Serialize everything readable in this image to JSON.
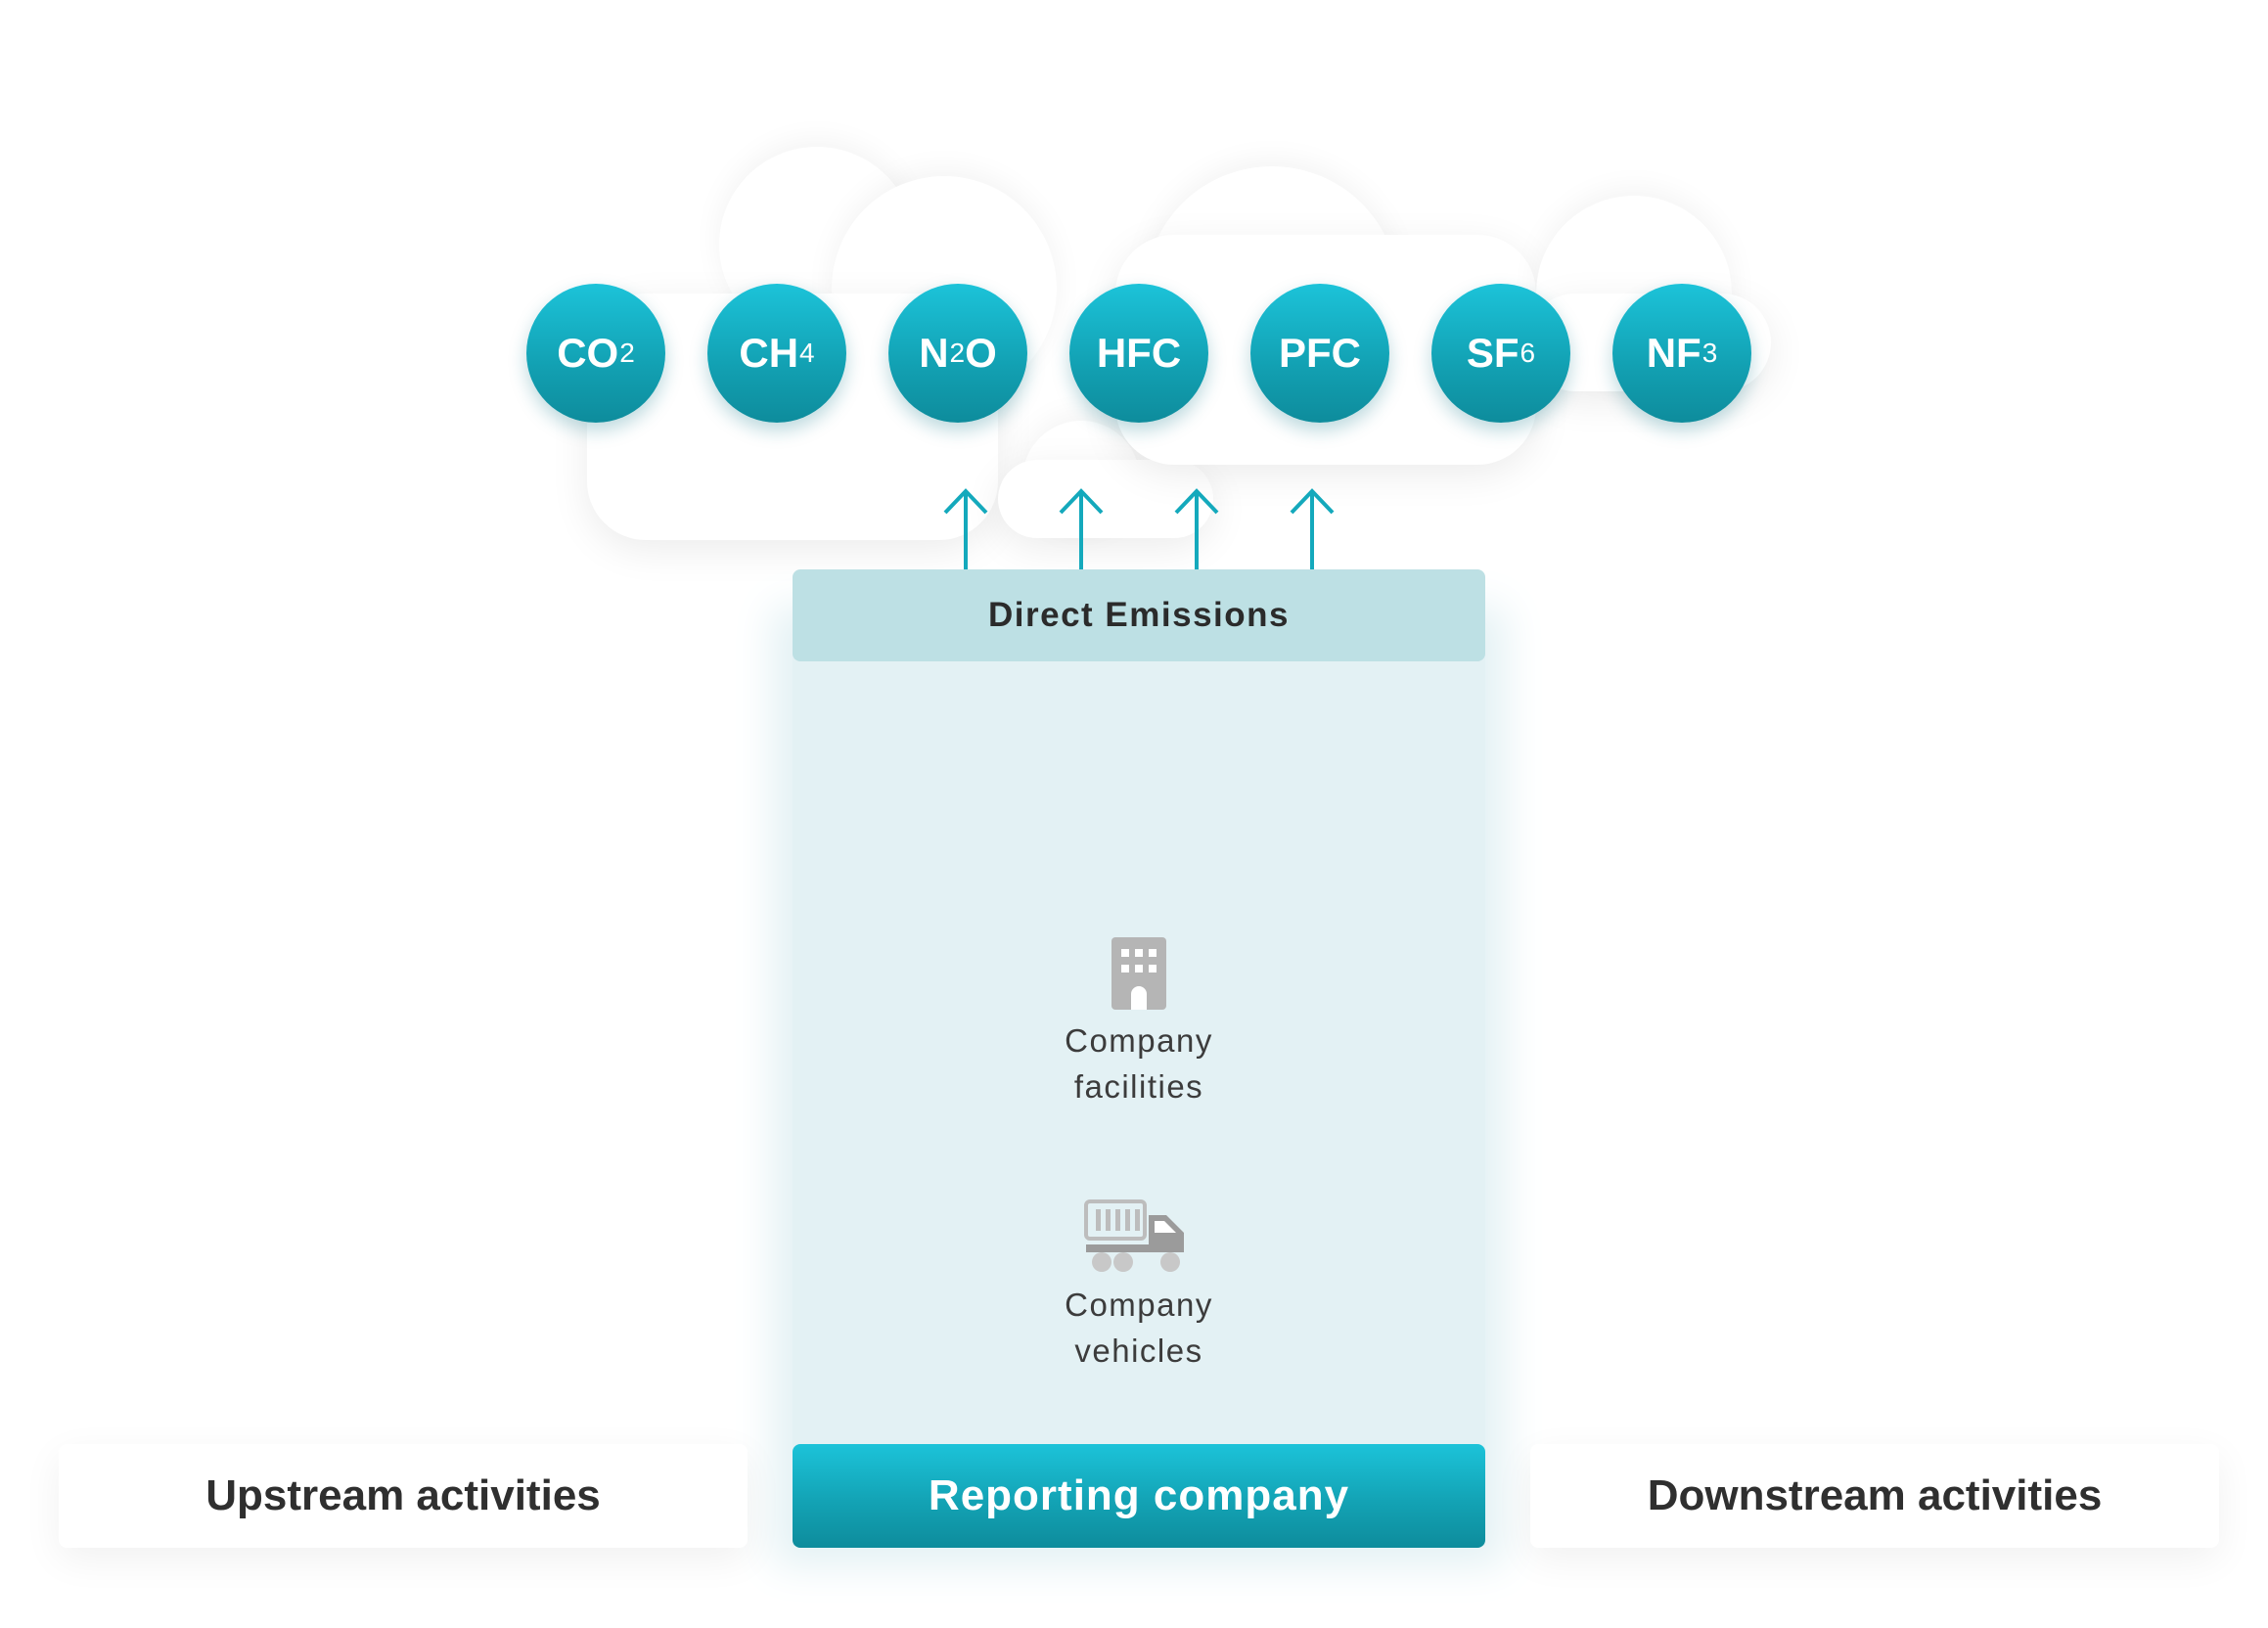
{
  "gases": [
    {
      "base": "CO",
      "sub": "2"
    },
    {
      "base": "CH",
      "sub": "4"
    },
    {
      "base": "N",
      "sub": "2",
      "tail": "O"
    },
    {
      "base": "HFC",
      "sub": ""
    },
    {
      "base": "PFC",
      "sub": ""
    },
    {
      "base": "SF",
      "sub": "6"
    },
    {
      "base": "NF",
      "sub": "3"
    }
  ],
  "direct_emissions": "Direct Emissions",
  "sources": {
    "facilities": {
      "icon": "building-icon",
      "line1": "Company",
      "line2": "facilities"
    },
    "vehicles": {
      "icon": "truck-icon",
      "line1": "Company",
      "line2": "vehicles"
    }
  },
  "activities": {
    "upstream": "Upstream activities",
    "reporting": "Reporting company",
    "downstream": "Downstream activities"
  },
  "colors": {
    "accent": "#13a3b5",
    "column": "#e3f1f4",
    "bar": "#bde0e4",
    "icon": "#b5b5b5"
  }
}
